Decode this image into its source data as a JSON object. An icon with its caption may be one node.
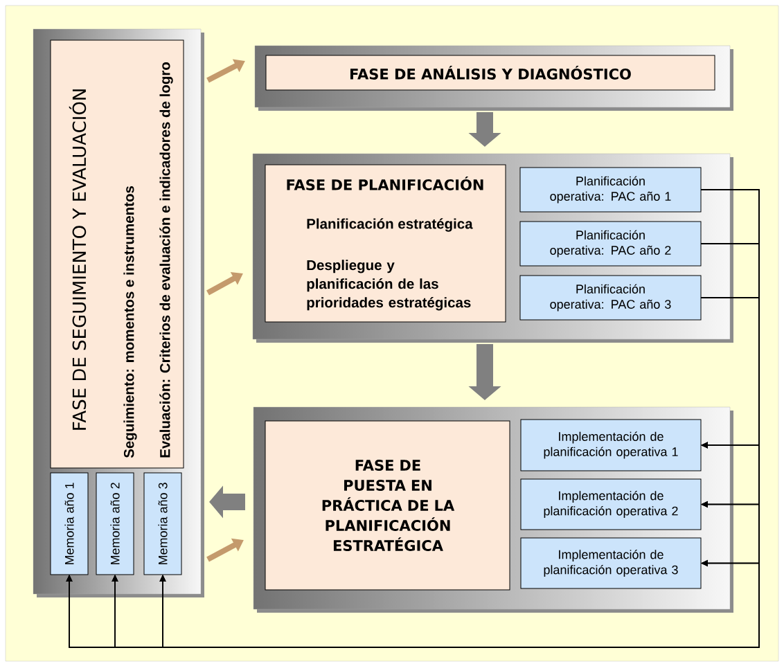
{
  "diagram": {
    "nodes": [
      {
        "text": [],
        "shape": "box"
      },
      {
        "text": [
          "FASE DE SEGUIMIENTO Y EVALUACIÓN",
          "Seguimiento: momentos e instrumentos",
          "Evaluación: Criterios de evaluación e indicadores de logro"
        ],
        "in": 0
      },
      {
        "text": [
          "Memoria año 1"
        ],
        "in": 0
      },
      {
        "text": [
          "Memoria año 2"
        ],
        "in": 0
      },
      {
        "text": [
          "Memoria año 3"
        ],
        "in": 0
      },
      {
        "text": [],
        "shape": "box"
      },
      {
        "text": [
          "FASE DE ANÁLISIS Y DIAGNÓSTICO"
        ],
        "in": 5
      },
      {
        "text": [],
        "shape": "box"
      },
      {
        "text": [
          "FASE DE PLANIFICACIÓN",
          "Planificación estratégica",
          "Despliegue y planificación de las prioridades estratégicas"
        ],
        "in": 7
      },
      {
        "text": [
          "Planificación operativa: PAC año 1"
        ],
        "in": 7
      },
      {
        "text": [
          "Planificación operativa: PAC año 2"
        ],
        "in": 7
      },
      {
        "text": [
          "Planificación operativa: PAC año 3"
        ],
        "in": 7
      },
      {
        "text": [],
        "shape": "box"
      },
      {
        "text": [
          "FASE DE PUESTA EN PRÁCTICA DE LA PLANIFICACIÓN ESTRATÉGICA"
        ],
        "in": 12
      },
      {
        "text": [
          "Implementación de planificación operativa 1"
        ],
        "in": 12
      },
      {
        "text": [
          "Implementación de planificación operativa 2"
        ],
        "in": 12
      },
      {
        "text": [
          "Implementación de planificación operativa 3"
        ],
        "in": 12
      }
    ],
    "edges": [
      {
        "from": 0,
        "to": 5,
        "arrow": "to",
        "style": "thick",
        "color": "#c49a6c"
      },
      {
        "from": 5,
        "to": 7,
        "arrow": "to",
        "style": "thick",
        "color": "#808080"
      },
      {
        "from": 0,
        "to": 7,
        "arrow": "to",
        "style": "thick",
        "color": "#c49a6c"
      },
      {
        "from": 7,
        "to": 12,
        "arrow": "to",
        "style": "thick",
        "color": "#808080"
      },
      {
        "from": 0,
        "to": 12,
        "arrow": "to",
        "style": "thick",
        "color": "#c49a6c"
      },
      {
        "from": 12,
        "to": 0,
        "arrow": "to",
        "style": "thick",
        "color": "#808080"
      },
      {
        "from": 9,
        "to": 14,
        "arrow": "to"
      },
      {
        "from": 9,
        "to": 15,
        "arrow": "to"
      },
      {
        "from": 9,
        "to": 16,
        "arrow": "to"
      },
      {
        "from": 9,
        "to": 2,
        "arrow": "to"
      },
      {
        "from": 9,
        "to": 3,
        "arrow": "to"
      },
      {
        "from": 9,
        "to": 4,
        "arrow": "to"
      },
      {
        "from": 10,
        "to": 14,
        "arrow": "to"
      },
      {
        "from": 10,
        "to": 15,
        "arrow": "to"
      },
      {
        "from": 10,
        "to": 16,
        "arrow": "to"
      },
      {
        "from": 10,
        "to": 2,
        "arrow": "to"
      },
      {
        "from": 10,
        "to": 3,
        "arrow": "to"
      },
      {
        "from": 10,
        "to": 4,
        "arrow": "to"
      },
      {
        "from": 11,
        "to": 14,
        "arrow": "to"
      },
      {
        "from": 11,
        "to": 15,
        "arrow": "to"
      },
      {
        "from": 11,
        "to": 16,
        "arrow": "to"
      },
      {
        "from": 11,
        "to": 2,
        "arrow": "to"
      },
      {
        "from": 11,
        "to": 3,
        "arrow": "to"
      },
      {
        "from": 11,
        "to": 4,
        "arrow": "to"
      }
    ]
  }
}
